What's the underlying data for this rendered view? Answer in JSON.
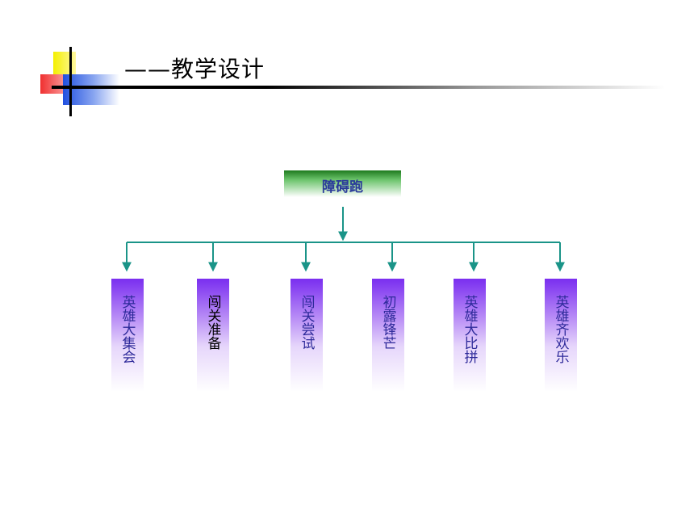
{
  "title": "——教学设计",
  "root": {
    "label": "障碍跑"
  },
  "children": [
    {
      "label": "英雄大集会"
    },
    {
      "label": "闯关准备"
    },
    {
      "label": "闯关尝试"
    },
    {
      "label": "初露锋芒"
    },
    {
      "label": "英雄大比拼"
    },
    {
      "label": "英雄齐欢乐"
    }
  ],
  "colors": {
    "connector": "#1a9488",
    "root_fill": "#1e7a1e",
    "child_fill": "#7a2ef0",
    "label_text": "#2e2a9a"
  }
}
